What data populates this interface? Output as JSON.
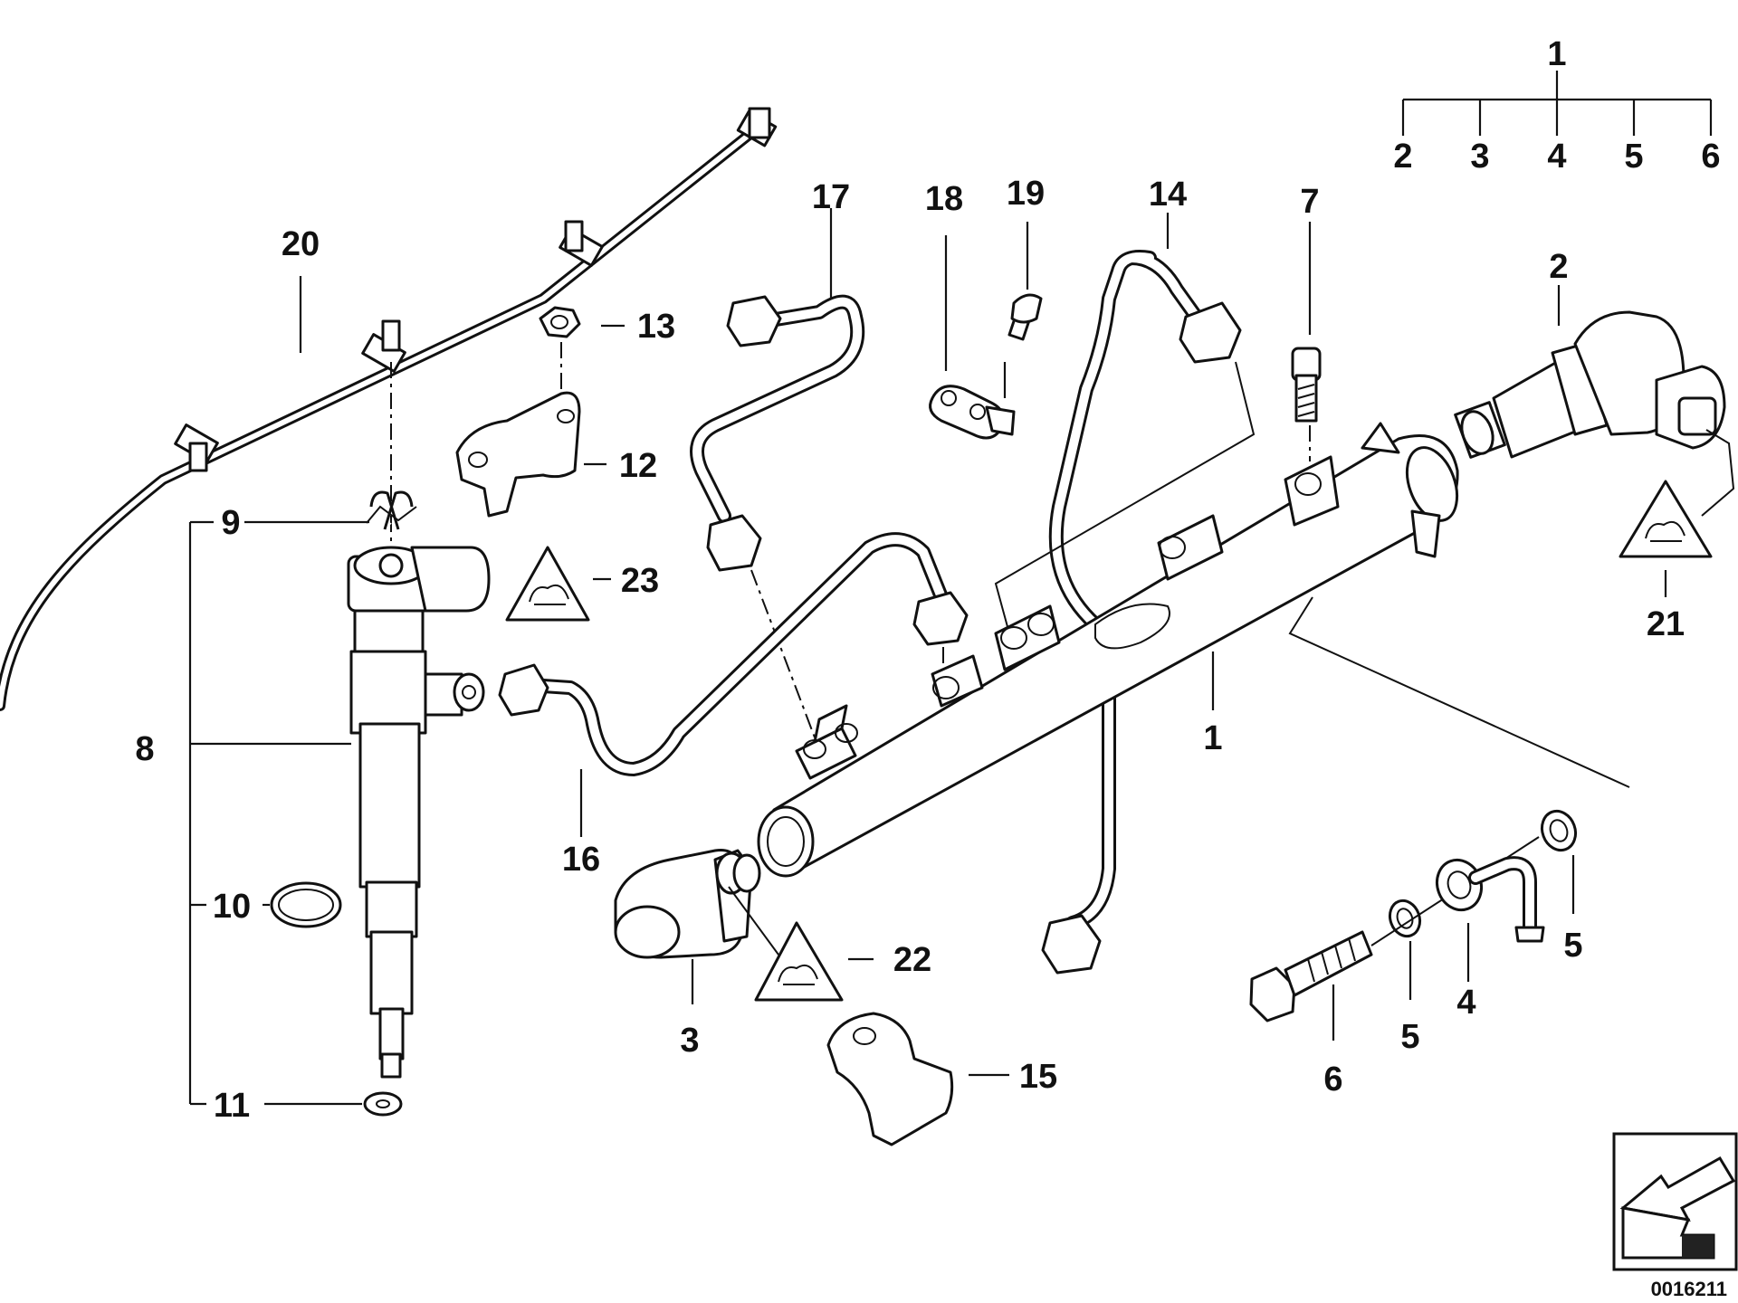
{
  "callouts": {
    "c1_top": "1",
    "c2_top": "2",
    "c3_top": "3",
    "c4_top": "4",
    "c5_top": "5",
    "c6_top": "6",
    "c1_rail": "1",
    "c2_regulator": "2",
    "c3_sensor": "3",
    "c4_fitting": "4",
    "c5_left": "5",
    "c5_right": "5",
    "c6_bolt": "6",
    "c7_screw": "7",
    "c8_injector": "8",
    "c9_clip": "9",
    "c10_ring": "10",
    "c11_washer": "11",
    "c12_bracket": "12",
    "c13_nut": "13",
    "c14_line": "14",
    "c15_cap": "15",
    "c16_line": "16",
    "c17_line": "17",
    "c18_clamp": "18",
    "c19_screw": "19",
    "c20_hose": "20",
    "c21_warning": "21",
    "c22_warning": "22",
    "c23_warning": "23"
  },
  "drawing_number": "0016211"
}
